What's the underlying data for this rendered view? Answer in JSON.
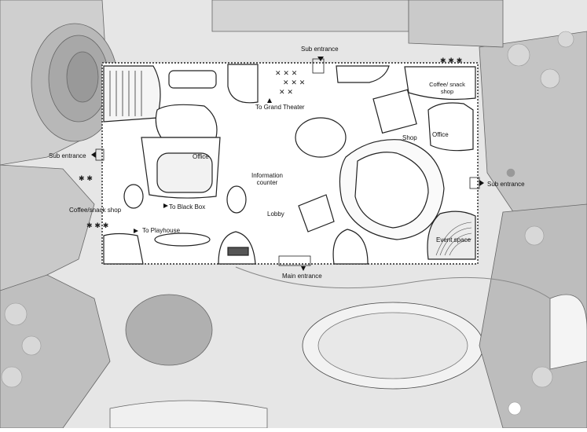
{
  "labels": {
    "sub_entrance_top": "Sub entrance",
    "sub_entrance_left": "Sub entrance",
    "sub_entrance_right": "Sub entrance",
    "to_grand_theater": "To Grand Theater",
    "coffee_snack_right": "Coffee/ snack shop",
    "shop": "Shop",
    "office_right": "Office",
    "office_left": "Office",
    "information_counter": "Information counter",
    "lobby": "Lobby",
    "to_black_box": "To Black Box",
    "coffee_snack_left": "Coffee/snack shop",
    "to_playhouse": "To Playhouse",
    "event_space": "Event space",
    "main_entrance": "Main entrance"
  },
  "colors": {
    "background": "#ffffff",
    "landscape_light": "#d9d9d9",
    "landscape_mid": "#bdbdbd",
    "landscape_dark": "#9a9a9a",
    "building_floor": "#ffffff",
    "line": "#222222",
    "fill_dark": "#555555"
  }
}
